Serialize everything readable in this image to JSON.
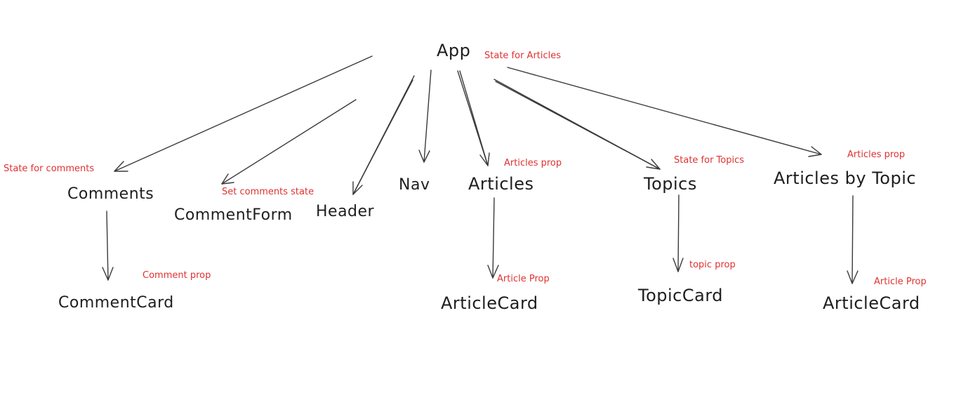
{
  "nodes": {
    "app": "App",
    "comments": "Comments",
    "comment_form": "CommentForm",
    "header": "Header",
    "nav": "Nav",
    "articles": "Articles",
    "topics": "Topics",
    "articles_by_topic": "Articles by Topic",
    "comment_card": "CommentCard",
    "article_card": "ArticleCard",
    "topic_card": "TopicCard",
    "article_card_by_topic": "ArticleCard"
  },
  "notes": {
    "app_state": "State for Articles",
    "comments_state": "State for comments",
    "comment_form_state": "Set comments state",
    "articles_prop": "Articles prop",
    "topics_state": "State for Topics",
    "articles_by_topic_prop": "Articles prop",
    "comment_prop": "Comment prop",
    "article_prop": "Article Prop",
    "topic_prop": "topic prop",
    "article_prop_by_topic": "Article Prop"
  },
  "colors": {
    "node_text": "#1e1e1e",
    "note_text": "#e03131",
    "arrow": "#3a3a3a"
  }
}
